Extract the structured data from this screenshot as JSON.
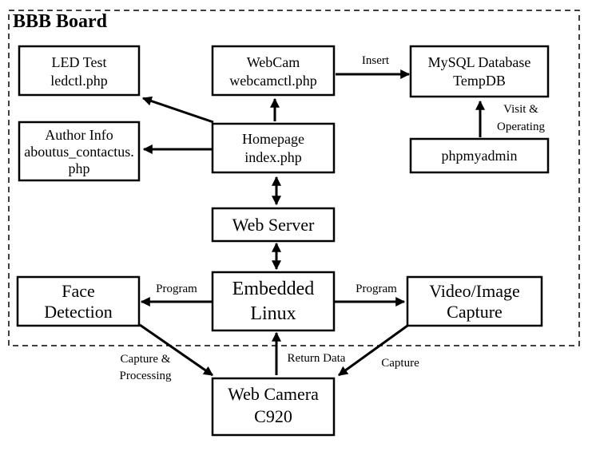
{
  "board_title": "BBB Board",
  "nodes": {
    "led": [
      "LED Test",
      "ledctl.php"
    ],
    "author": [
      "Author Info",
      "aboutus_contactus.",
      "php"
    ],
    "webcam_php": [
      "WebCam",
      "webcamctl.php"
    ],
    "homepage": [
      "Homepage",
      "index.php"
    ],
    "mysql": [
      "MySQL Database",
      "TempDB"
    ],
    "phpmyadmin": [
      "phpmyadmin"
    ],
    "web_server": [
      "Web Server"
    ],
    "embedded": [
      "Embedded",
      "Linux"
    ],
    "face": [
      "Face",
      "Detection"
    ],
    "video": [
      "Video/Image",
      "Capture"
    ],
    "camera": [
      "Web Camera",
      "C920"
    ]
  },
  "edges": {
    "insert": [
      "Insert"
    ],
    "visit": [
      "Visit &",
      "Operating"
    ],
    "program_left": [
      "Program"
    ],
    "program_right": [
      "Program"
    ],
    "capture_processing": [
      "Capture &",
      "Processing"
    ],
    "return_data": [
      "Return Data"
    ],
    "capture": [
      "Capture"
    ]
  },
  "colors": {
    "stroke": "#000000",
    "background": "#ffffff"
  }
}
